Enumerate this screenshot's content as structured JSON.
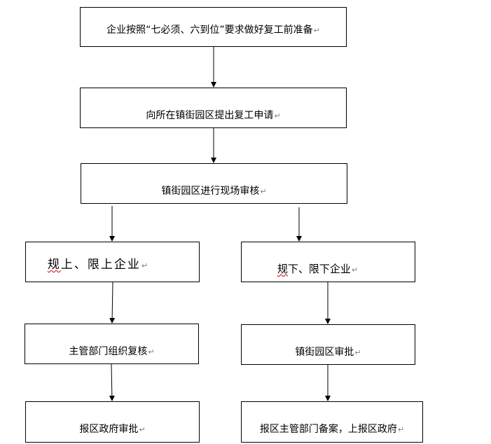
{
  "diagram": {
    "nodes": [
      {
        "id": "prepare",
        "label": "企业按照“七必须、六到位”要求做好复工前准备"
      },
      {
        "id": "apply",
        "label": "向所在镇街园区提出复工申请"
      },
      {
        "id": "inspect",
        "label": "镇街园区进行现场审核"
      },
      {
        "id": "above-branch",
        "label_emphasis": "规",
        "label": "上、限上企业"
      },
      {
        "id": "below-branch",
        "label_emphasis": "规",
        "label": "下、限下企业"
      },
      {
        "id": "dept-review",
        "label": "主管部门组织复核"
      },
      {
        "id": "town-approve",
        "label": "镇街园区审批"
      },
      {
        "id": "district-approve",
        "label": "报区政府审批"
      },
      {
        "id": "dept-file",
        "label": "报区主管部门备案，上报区政府"
      }
    ],
    "edges": [
      {
        "from": "prepare",
        "to": "apply"
      },
      {
        "from": "apply",
        "to": "inspect"
      },
      {
        "from": "inspect",
        "to": "above-branch"
      },
      {
        "from": "inspect",
        "to": "below-branch"
      },
      {
        "from": "above-branch",
        "to": "dept-review"
      },
      {
        "from": "dept-review",
        "to": "district-approve"
      },
      {
        "from": "below-branch",
        "to": "town-approve"
      },
      {
        "from": "town-approve",
        "to": "dept-file"
      }
    ],
    "paragraph_mark": "↵"
  }
}
